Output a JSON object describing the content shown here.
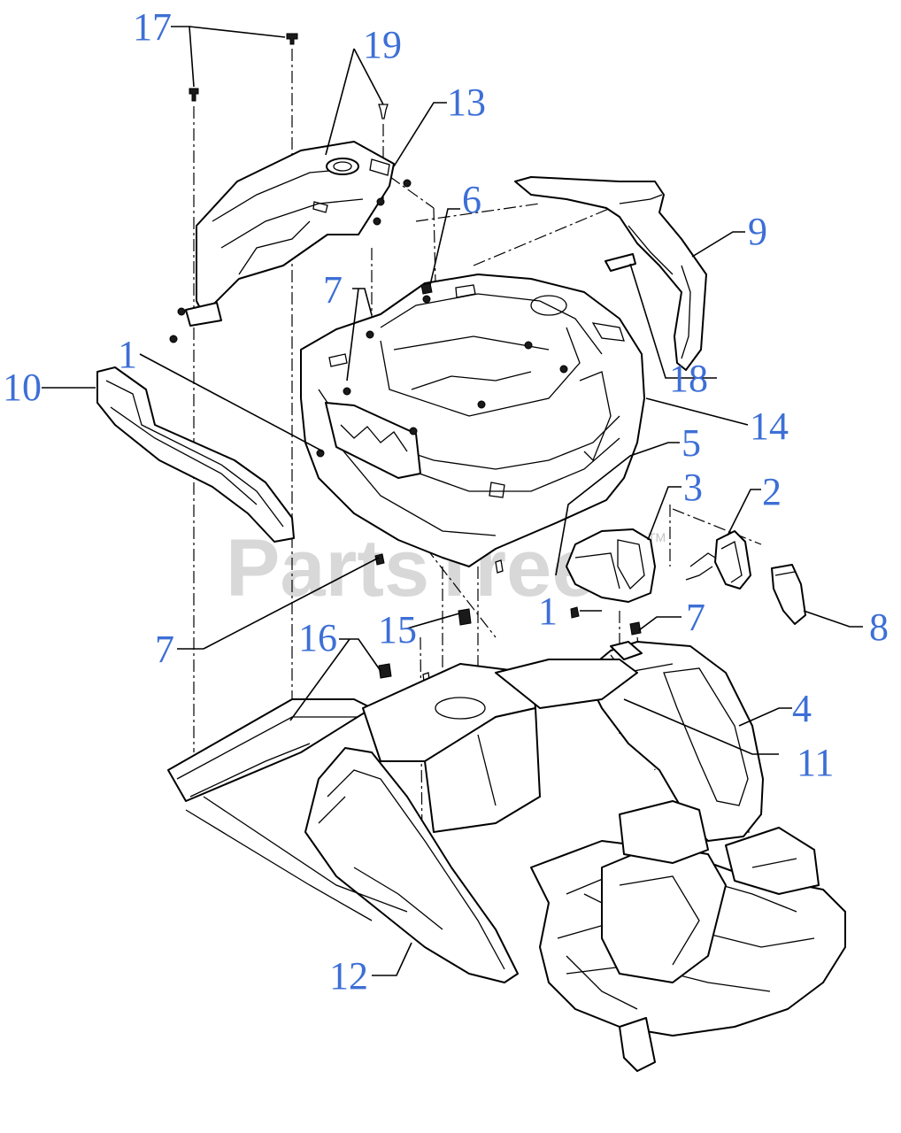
{
  "diagram": {
    "watermark": "PartsTree",
    "watermark_tm": "TM",
    "callouts": [
      {
        "id": "c17",
        "text": "17"
      },
      {
        "id": "c19",
        "text": "19"
      },
      {
        "id": "c13",
        "text": "13"
      },
      {
        "id": "c6",
        "text": "6"
      },
      {
        "id": "c9",
        "text": "9"
      },
      {
        "id": "c7a",
        "text": "7"
      },
      {
        "id": "c1a",
        "text": "1"
      },
      {
        "id": "c10",
        "text": "10"
      },
      {
        "id": "c18",
        "text": "18"
      },
      {
        "id": "c14",
        "text": "14"
      },
      {
        "id": "c5",
        "text": "5"
      },
      {
        "id": "c3",
        "text": "3"
      },
      {
        "id": "c2",
        "text": "2"
      },
      {
        "id": "c1b",
        "text": "1"
      },
      {
        "id": "c7b",
        "text": "7"
      },
      {
        "id": "c8",
        "text": "8"
      },
      {
        "id": "c7c",
        "text": "7"
      },
      {
        "id": "c16",
        "text": "16"
      },
      {
        "id": "c15",
        "text": "15"
      },
      {
        "id": "c4",
        "text": "4"
      },
      {
        "id": "c11",
        "text": "11"
      },
      {
        "id": "c12",
        "text": "12"
      }
    ]
  }
}
